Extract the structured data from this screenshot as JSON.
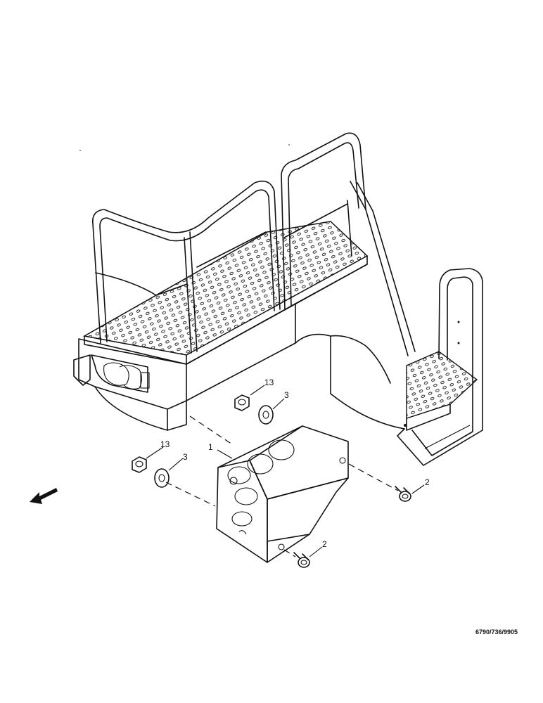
{
  "figure": {
    "reference": "6790/736/9905",
    "callouts": {
      "guard": "1",
      "bolt_right": "2",
      "bolt_lower": "2",
      "washer_upper": "3",
      "washer_lower": "3",
      "nut_upper": "13",
      "nut_lower": "13"
    }
  },
  "colors": {
    "line": "#111111",
    "background": "#ffffff"
  },
  "icons": {
    "direction": "front-direction-arrow-icon"
  }
}
